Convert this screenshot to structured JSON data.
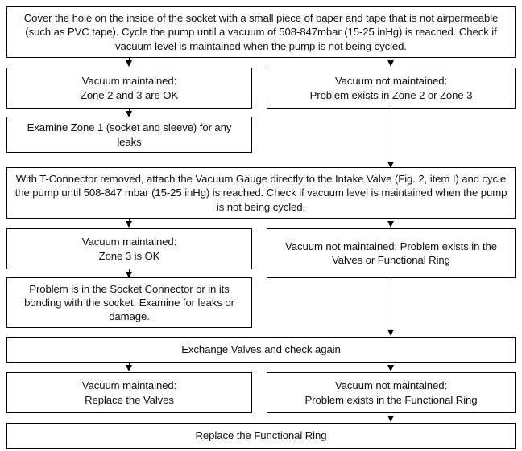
{
  "diagram": {
    "title": "Vacuum System Troubleshooting Flowchart",
    "type": "flowchart",
    "background_color": "#ffffff",
    "line_color": "#000000",
    "text_color": "#121212",
    "nodes": [
      {
        "id": "n1",
        "name": "cover-hole-instruction-box",
        "text": "Cover the hole on the inside of the socket with a small piece of paper and tape that is not airpermeable (such as PVC tape). Cycle the pump until a vacuum of 508-847mbar (15-25 inHg) is reached. Check if vacuum level is maintained when the pump is not being cycled."
      },
      {
        "id": "n2",
        "name": "vacuum-maintained-zone23-box",
        "text": "Vacuum maintained:\nZone 2 and 3 are OK"
      },
      {
        "id": "n3",
        "name": "vacuum-not-maintained-zone23-box",
        "text": "Vacuum not maintained:\nProblem exists in Zone 2 or Zone 3"
      },
      {
        "id": "n4",
        "name": "examine-zone1-box",
        "text": "Examine Zone 1 (socket and sleeve) for any leaks"
      },
      {
        "id": "n5",
        "name": "t-connector-instruction-box",
        "text": "With T-Connector removed, attach the Vacuum Gauge directly to the Intake Valve (Fig. 2, item I) and cycle the pump until 508-847 mbar (15-25 inHg) is reached. Check if vacuum level is maintained when the pump is not being cycled."
      },
      {
        "id": "n6",
        "name": "vacuum-maintained-zone3-box",
        "text": "Vacuum maintained:\nZone 3 is OK"
      },
      {
        "id": "n7",
        "name": "vacuum-not-maintained-valves-box",
        "text": "Vacuum not maintained:\nProblem exists in the Valves or Functional Ring"
      },
      {
        "id": "n8",
        "name": "socket-connector-problem-box",
        "text": "Problem is in the Socket Connector or in its bonding with the socket. Examine for leaks or damage."
      },
      {
        "id": "n9",
        "name": "exchange-valves-box",
        "text": "Exchange Valves and check again"
      },
      {
        "id": "n10",
        "name": "vacuum-maintained-replace-valves-box",
        "text": "Vacuum maintained:\nReplace the Valves"
      },
      {
        "id": "n11",
        "name": "vacuum-not-maintained-functional-ring-box",
        "text": "Vacuum not maintained:\nProblem exists in the Functional Ring"
      },
      {
        "id": "n12",
        "name": "replace-functional-ring-box",
        "text": "Replace the Functional Ring"
      }
    ]
  }
}
